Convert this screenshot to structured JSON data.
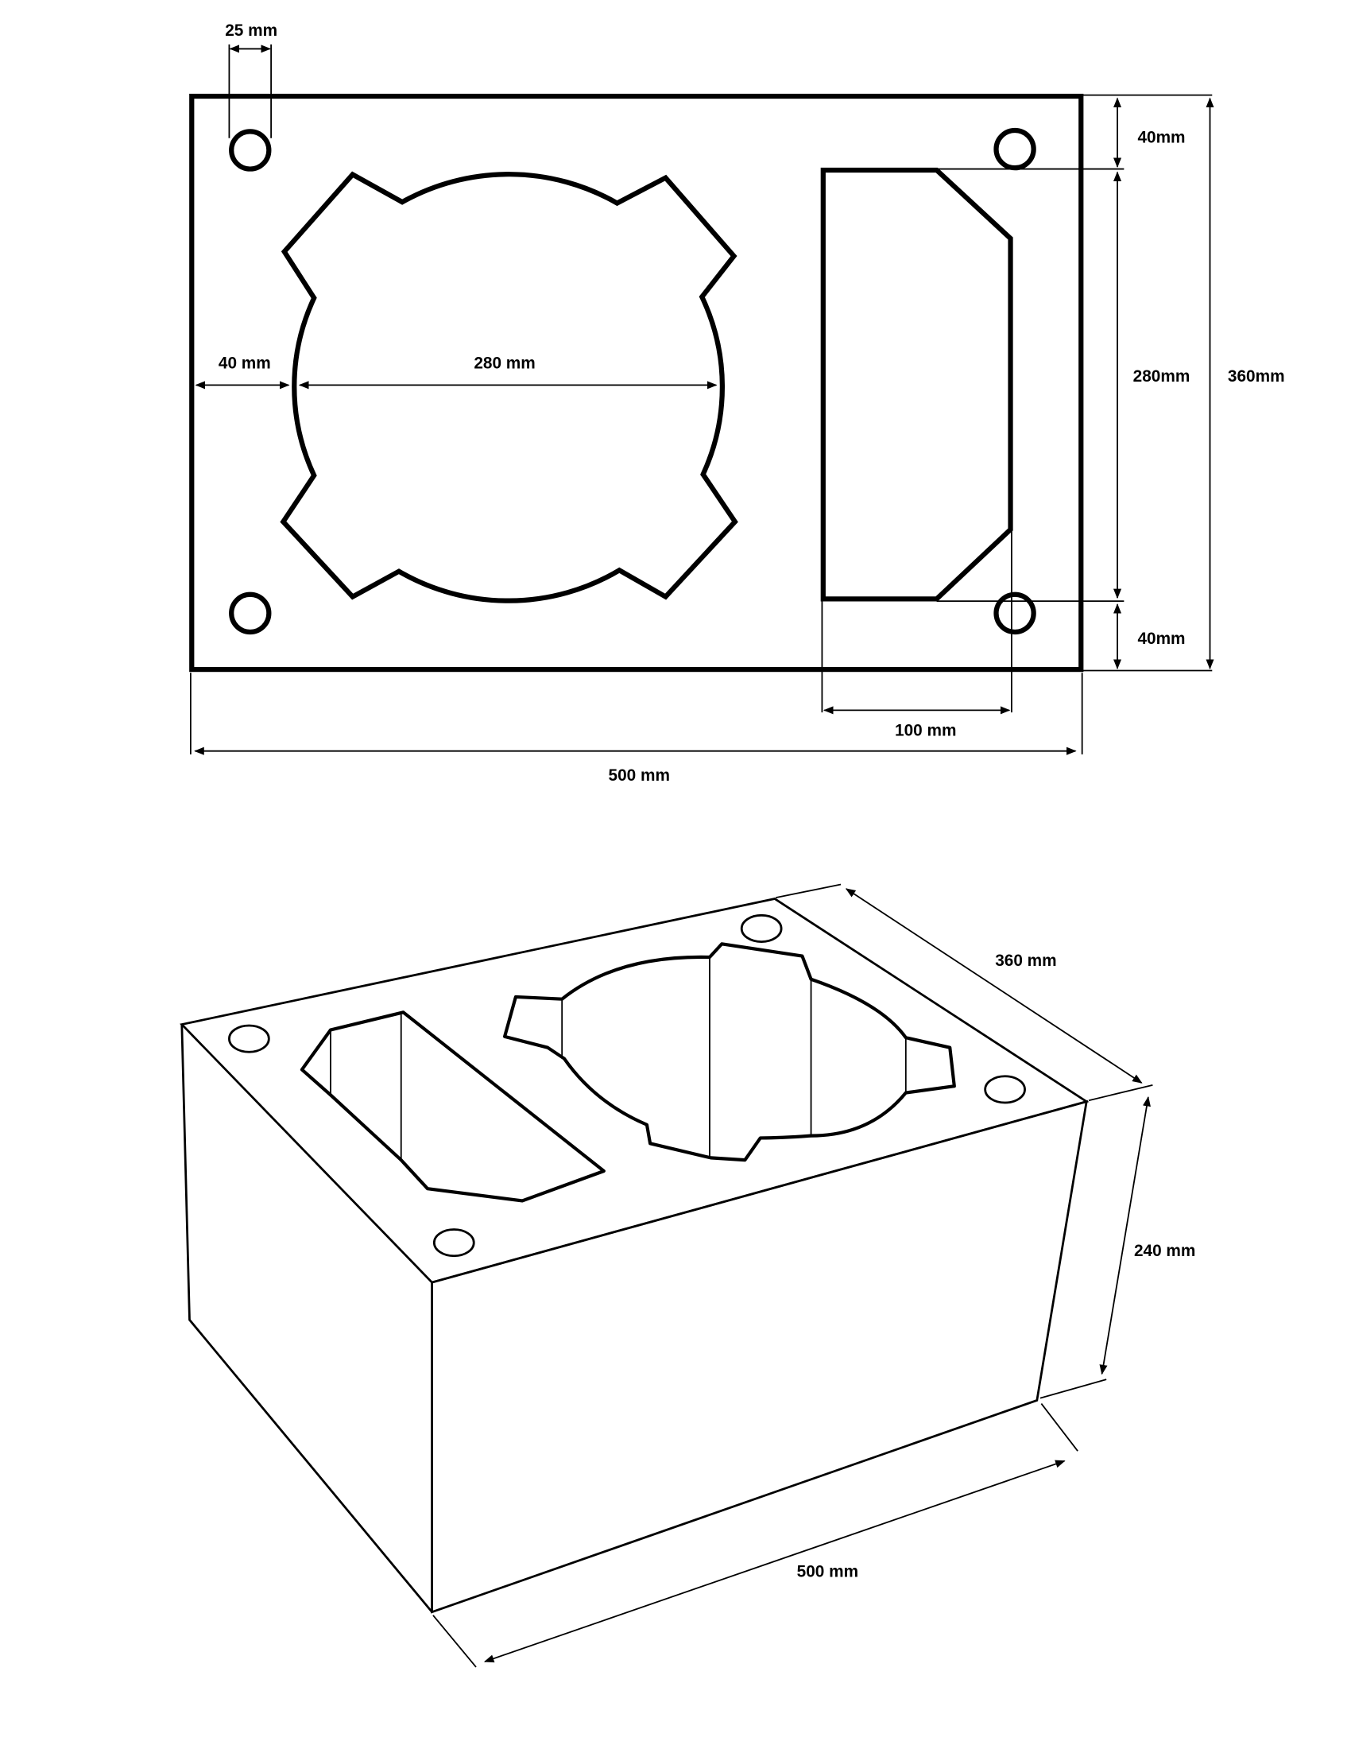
{
  "top_view": {
    "hole_diameter_label": "25 mm",
    "left_margin_label": "40 mm",
    "round_cutout_label": "280 mm",
    "top_margin_label": "40mm",
    "rect_cutout_height_label": "280mm",
    "bottom_margin_label": "40mm",
    "depth_label": "360mm",
    "rect_cutout_width_label": "100 mm",
    "width_label": "500 mm"
  },
  "iso_view": {
    "depth_label": "360 mm",
    "height_label": "240 mm",
    "width_label": "500 mm"
  }
}
